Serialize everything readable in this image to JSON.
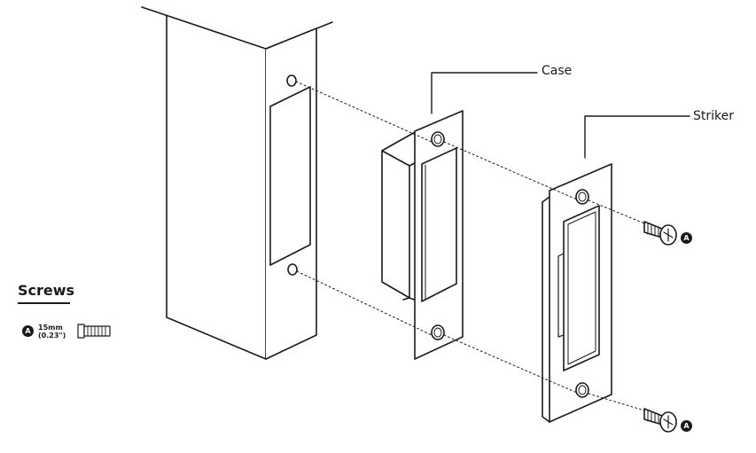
{
  "labels": {
    "case": "Case",
    "striker": "Striker"
  },
  "legend": {
    "title": "Screws",
    "items": [
      {
        "badge": "A",
        "length": "15mm",
        "length_in": "(0.23\")"
      }
    ]
  },
  "callout_badge": "A",
  "colors": {
    "line": "#1a1a1a",
    "fill": "#ffffff",
    "shade": "#e6e6e6"
  },
  "icons": [
    "door-jamb",
    "strike-case",
    "striker-plate",
    "machine-screw-icon",
    "badge-a-icon"
  ]
}
